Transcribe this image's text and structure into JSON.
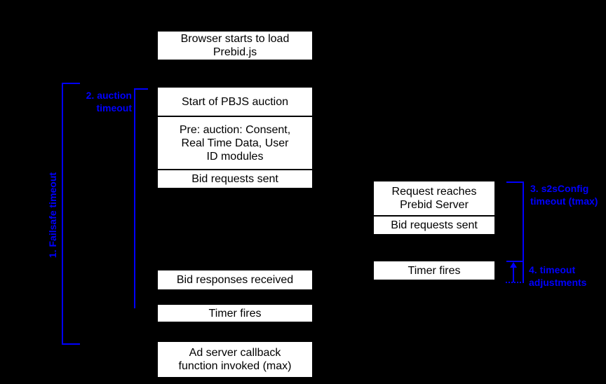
{
  "colors": {
    "bg": "#000000",
    "box_bg": "#ffffff",
    "box_text": "#000000",
    "accent": "#0000ff"
  },
  "main_flow": {
    "browser_load": "Browser starts to load Prebid.js",
    "auction_stack": {
      "start_auction": "Start of PBJS auction",
      "pre_auction": "Pre: auction: Consent, Real Time Data, User ID modules",
      "bid_requests_sent": "Bid requests sent"
    },
    "bid_responses_received": "Bid responses received",
    "timer_fires": "Timer fires",
    "ad_server_callback": "Ad server callback function invoked (max)"
  },
  "server_flow": {
    "request_reaches": "Request reaches Prebid Server",
    "bid_requests_sent": "Bid requests sent",
    "timer_fires": "Timer fires"
  },
  "annotations": {
    "failsafe_timeout": "1. Failsafe timeout",
    "auction_timeout": {
      "line1": "2. auction",
      "line2": "timeout"
    },
    "s2s_timeout": {
      "line1": "3. s2sConfig",
      "line2": "timeout (tmax)"
    },
    "timeout_adjustments": {
      "line1": "4. timeout",
      "line2": "adjustments"
    }
  }
}
